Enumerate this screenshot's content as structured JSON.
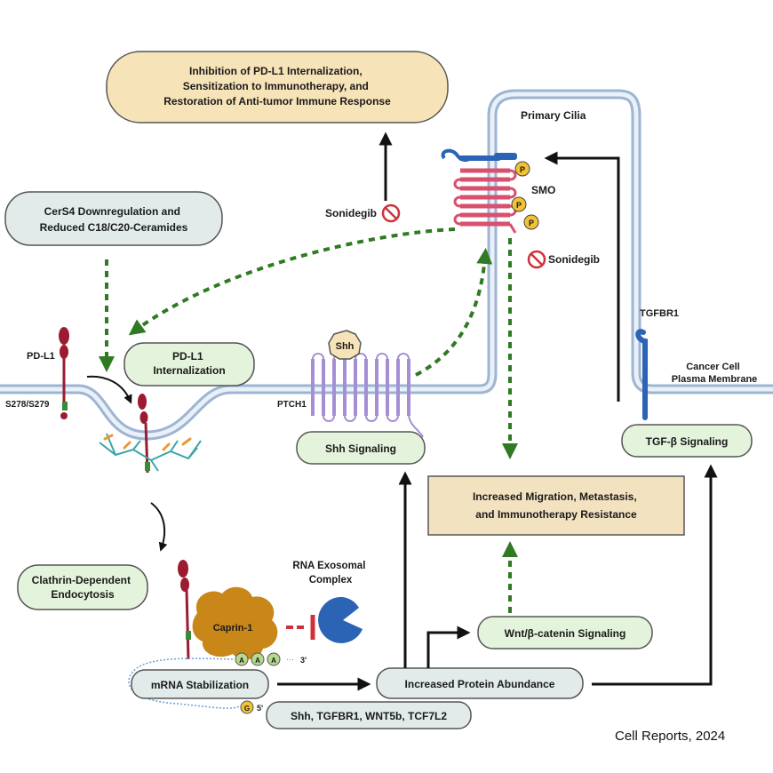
{
  "boxes": {
    "outcome_top": [
      "Inhibition of PD-L1 Internalization,",
      "Sensitization to Immunotherapy, and",
      "Restoration of Anti-tumor Immune Response"
    ],
    "cers4": [
      "CerS4 Downregulation and",
      "Reduced C18/C20-Ceramides"
    ],
    "pdl1_internalization": [
      "PD-L1",
      "Internalization"
    ],
    "shh_signaling": "Shh Signaling",
    "tgfb_signaling": "TGF-β Signaling",
    "migration": [
      "Increased Migration, Metastasis,",
      "and Immunotherapy Resistance"
    ],
    "clathrin": [
      "Clathrin-Dependent",
      "Endocytosis"
    ],
    "wnt": "Wnt/β-catenin Signaling",
    "mrna": "mRNA Stabilization",
    "protein": "Increased Protein Abundance",
    "targets": "Shh, TGFBR1, WNT5b, TCF7L2"
  },
  "labels": {
    "primary_cilia": "Primary Cilia",
    "smo": "SMO",
    "sonidegib_1": "Sonidegib",
    "sonidegib_2": "Sonidegib",
    "tgfbr1": "TGFBR1",
    "membrane": [
      "Cancer Cell",
      "Plasma Membrane"
    ],
    "pdl1": "PD-L1",
    "site": "S278/S279",
    "shh": "Shh",
    "ptch1": "PTCH1",
    "rna_exosomal": [
      "RNA Exosomal",
      "Complex"
    ],
    "caprin": "Caprin-1",
    "phospho": "P",
    "polyA": "A",
    "three_prime": "3'",
    "five_prime": "5'",
    "cap": "G"
  },
  "citation": "Cell Reports, 2024",
  "colors": {
    "outcome_fill": "#f7e3b8",
    "green_box": "#e4f3dc",
    "grey_box": "#e2ebea",
    "migration_fill": "#f3e2c0",
    "membrane": "#a9bfd9",
    "dashed_green": "#2f7a22",
    "smo": "#d94f6e",
    "ptch1": "#a58fd4",
    "caprin": "#c9871a",
    "exosome": "#2b63b5",
    "pdl1": "#9b1b30",
    "phospho": "#f1c232",
    "inhibitor": "#d0303a"
  }
}
